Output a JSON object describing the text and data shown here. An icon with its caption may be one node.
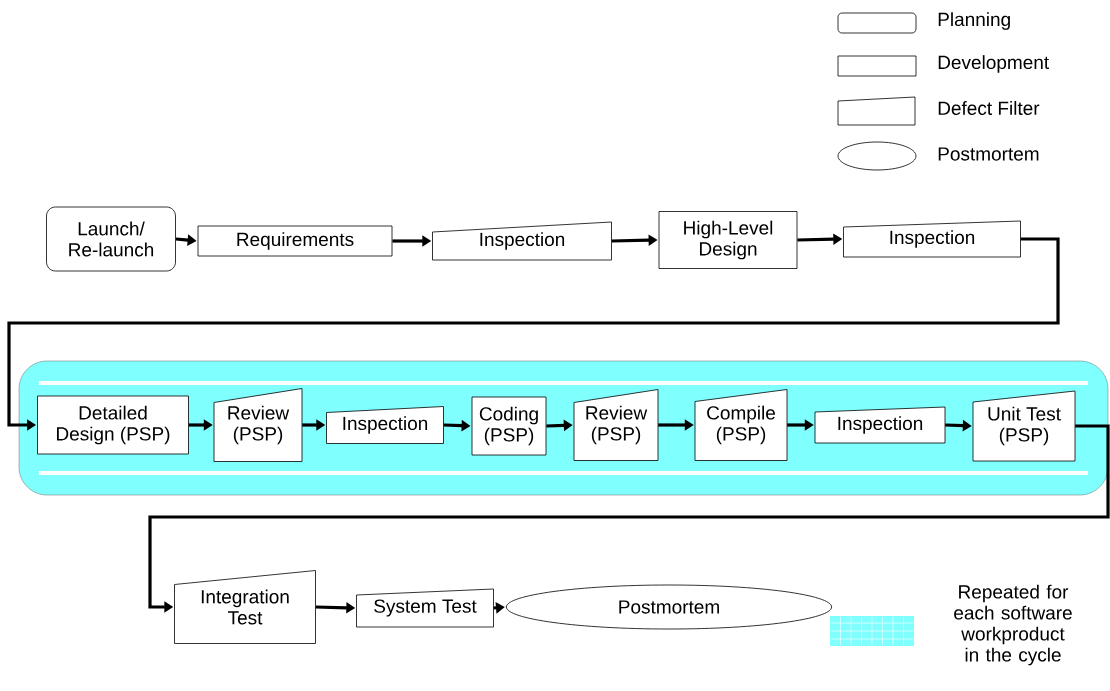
{
  "diagram": {
    "nodes": [
      {
        "text": [
          "Launch/ Re-launch"
        ]
      },
      {
        "text": [
          "Requirements"
        ]
      },
      {
        "text": [
          "Inspection"
        ]
      },
      {
        "text": [
          "High-Level Design"
        ]
      },
      {
        "text": [
          "Inspection"
        ]
      },
      {
        "text": [],
        "shape": "band"
      },
      {
        "text": [
          "Detailed Design (PSP)"
        ],
        "in": 5
      },
      {
        "text": [
          "Review (PSP)"
        ],
        "in": 5
      },
      {
        "text": [
          "Inspection"
        ],
        "in": 5
      },
      {
        "text": [
          "Coding (PSP)"
        ],
        "in": 5
      },
      {
        "text": [
          "Review (PSP)"
        ],
        "in": 5
      },
      {
        "text": [
          "Compile (PSP)"
        ],
        "in": 5
      },
      {
        "text": [
          "Inspection"
        ],
        "in": 5
      },
      {
        "text": [
          "Unit Test (PSP)"
        ],
        "in": 5
      },
      {
        "text": [
          "Integration Test"
        ]
      },
      {
        "text": [
          "System Test"
        ]
      },
      {
        "text": [
          "Postmortem"
        ]
      }
    ],
    "edges": [
      {
        "from": 0,
        "to": 1,
        "arrow": "to"
      },
      {
        "from": 1,
        "to": 2,
        "arrow": "to"
      },
      {
        "from": 2,
        "to": 3,
        "arrow": "to"
      },
      {
        "from": 3,
        "to": 4,
        "arrow": "to"
      },
      {
        "from": 4,
        "to": 6,
        "arrow": "to"
      },
      {
        "from": 6,
        "to": 7,
        "arrow": "to"
      },
      {
        "from": 7,
        "to": 8,
        "arrow": "to"
      },
      {
        "from": 8,
        "to": 9,
        "arrow": "to"
      },
      {
        "from": 9,
        "to": 10,
        "arrow": "to"
      },
      {
        "from": 10,
        "to": 11,
        "arrow": "to"
      },
      {
        "from": 11,
        "to": 12,
        "arrow": "to"
      },
      {
        "from": 12,
        "to": 13,
        "arrow": "to"
      },
      {
        "from": 13,
        "to": 14,
        "arrow": "to"
      },
      {
        "from": 14,
        "to": 15,
        "arrow": "to"
      },
      {
        "from": 15,
        "to": 16,
        "arrow": "to"
      }
    ],
    "legend": [
      {
        "text": "Planning"
      },
      {
        "text": "Development"
      },
      {
        "text": "Defect Filter"
      },
      {
        "text": "Postmortem"
      },
      {
        "text": "Repeated for each software workproduct in the cycle",
        "color": "#80ffff"
      }
    ]
  }
}
